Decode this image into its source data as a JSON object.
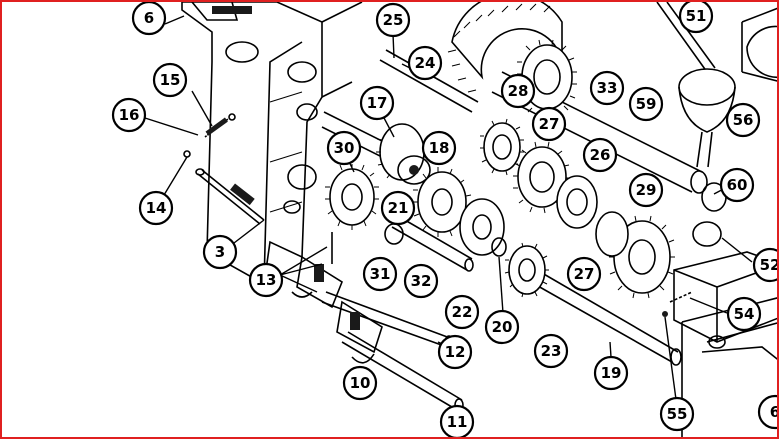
{
  "diagram": {
    "callouts": [
      {
        "id": "c6a",
        "label": "6"
      },
      {
        "id": "c25",
        "label": "25"
      },
      {
        "id": "c51",
        "label": "51"
      },
      {
        "id": "c24",
        "label": "24"
      },
      {
        "id": "c28",
        "label": "28"
      },
      {
        "id": "c33",
        "label": "33"
      },
      {
        "id": "c15",
        "label": "15"
      },
      {
        "id": "c16",
        "label": "16"
      },
      {
        "id": "c17",
        "label": "17"
      },
      {
        "id": "c27a",
        "label": "27"
      },
      {
        "id": "c59",
        "label": "59"
      },
      {
        "id": "c56",
        "label": "56"
      },
      {
        "id": "c30",
        "label": "30"
      },
      {
        "id": "c18",
        "label": "18"
      },
      {
        "id": "c26",
        "label": "26"
      },
      {
        "id": "c60",
        "label": "60"
      },
      {
        "id": "c14",
        "label": "14"
      },
      {
        "id": "c21",
        "label": "21"
      },
      {
        "id": "c29",
        "label": "29"
      },
      {
        "id": "c3",
        "label": "3"
      },
      {
        "id": "c13",
        "label": "13"
      },
      {
        "id": "c31",
        "label": "31"
      },
      {
        "id": "c32",
        "label": "32"
      },
      {
        "id": "c27b",
        "label": "27"
      },
      {
        "id": "c52",
        "label": "52"
      },
      {
        "id": "c22",
        "label": "22"
      },
      {
        "id": "c54",
        "label": "54"
      },
      {
        "id": "c20",
        "label": "20"
      },
      {
        "id": "c12",
        "label": "12"
      },
      {
        "id": "c23",
        "label": "23"
      },
      {
        "id": "c19",
        "label": "19"
      },
      {
        "id": "c10",
        "label": "10"
      },
      {
        "id": "c11",
        "label": "11"
      },
      {
        "id": "c55",
        "label": "55"
      },
      {
        "id": "c6b",
        "label": "6"
      }
    ],
    "colors": {
      "border": "#e02020",
      "ink": "#000000",
      "paper": "#ffffff"
    }
  }
}
